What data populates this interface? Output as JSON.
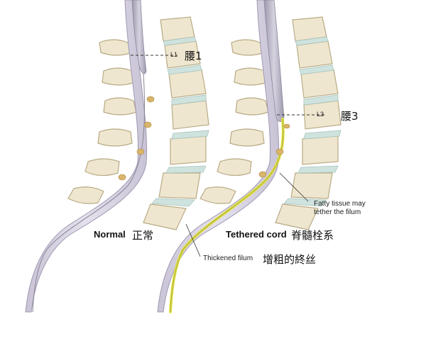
{
  "labels": {
    "normal": {
      "level_code": "L1",
      "level_cn": "腰1",
      "caption_en": "Normal",
      "caption_cn": "正常"
    },
    "tethered": {
      "level_code": "L3",
      "level_cn": "腰3",
      "caption_en": "Tethered cord",
      "caption_cn": "脊髓栓系",
      "fatty_line1": "Fatty tissue may",
      "fatty_line2": "tether the filum",
      "filum_en": "Thickened filum",
      "filum_cn": "增粗的終丝"
    }
  },
  "colors": {
    "bone_fill": "#efe6cf",
    "bone_stroke": "#b9ab86",
    "disc": "#cfe3de",
    "dura": "#bdb6cc",
    "cord": "#d8d5e2",
    "fat": "#e2e24a",
    "fat_dot": "#c9a15a"
  }
}
